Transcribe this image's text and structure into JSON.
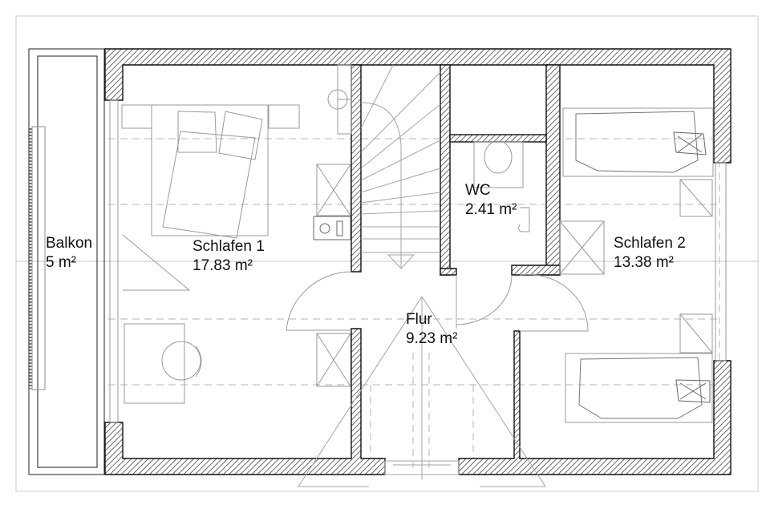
{
  "plan": {
    "type": "floor-plan",
    "colors": {
      "wall_line": "#222222",
      "hatch": "#444444",
      "furniture": "#9a9a9a",
      "frame": "#d0d0d0",
      "text": "#111111"
    },
    "rooms": [
      {
        "id": "balkon",
        "name": "Balkon",
        "area": "5 m²"
      },
      {
        "id": "schlafen1",
        "name": "Schlafen 1",
        "area": "17.83 m²"
      },
      {
        "id": "wc",
        "name": "WC",
        "area": "2.41 m²"
      },
      {
        "id": "schlafen2",
        "name": "Schlafen 2",
        "area": "13.38 m²"
      },
      {
        "id": "flur",
        "name": "Flur",
        "area": "9.23 m²"
      }
    ]
  }
}
